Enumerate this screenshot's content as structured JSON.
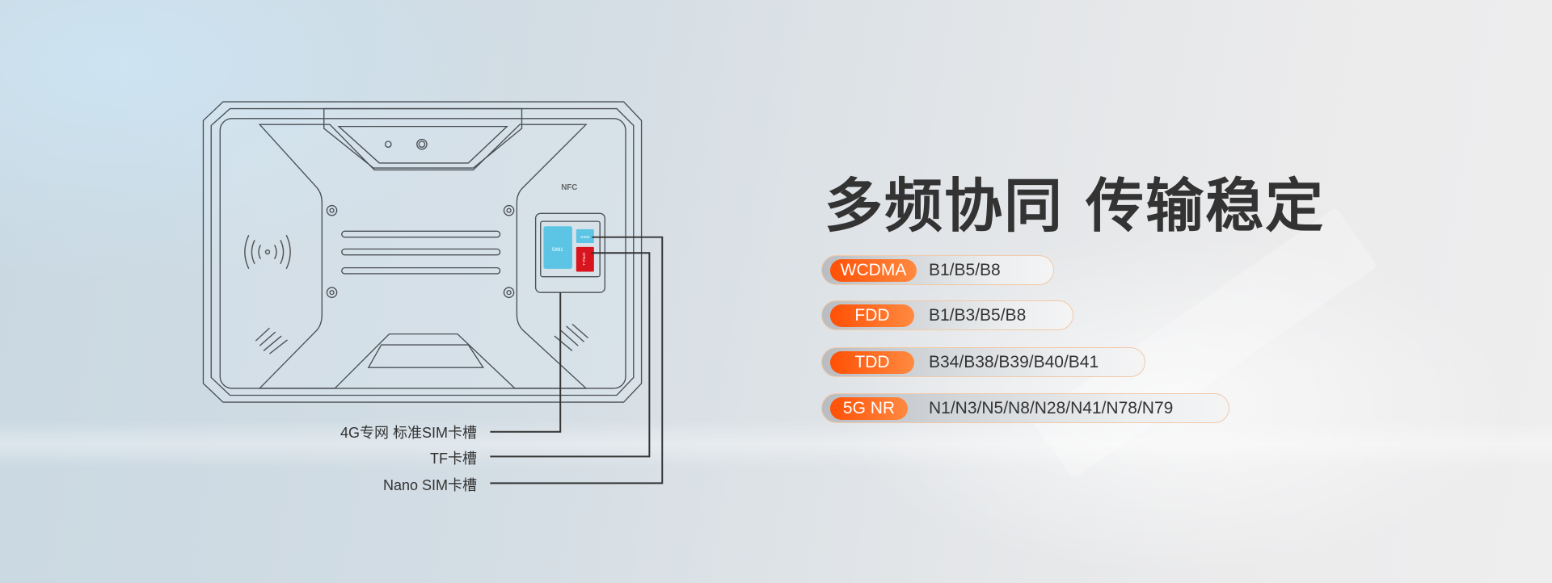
{
  "headline": "多频协同 传输稳定",
  "bands": [
    {
      "tag": "WCDMA",
      "value": "B1/B5/B8"
    },
    {
      "tag": "FDD",
      "value": "B1/B3/B5/B8"
    },
    {
      "tag": "TDD",
      "value": "B34/B38/B39/B40/B41"
    },
    {
      "tag": "5G NR",
      "value": "N1/N3/N5/N8/N28/N41/N78/N79"
    }
  ],
  "callouts": {
    "sim_standard": "4G专网 标准SIM卡槽",
    "tf": "TF卡槽",
    "nano_sim": "Nano SIM卡槽"
  },
  "device_marks": {
    "nfc": "NFC",
    "sim1": "SIM1",
    "sim2": "SIM2",
    "tflash": "T-Flash"
  },
  "colors": {
    "accent": "#ff5a10",
    "title": "#333333",
    "sim_blue": "#5cc4e4",
    "tf_red": "#d8141e"
  }
}
